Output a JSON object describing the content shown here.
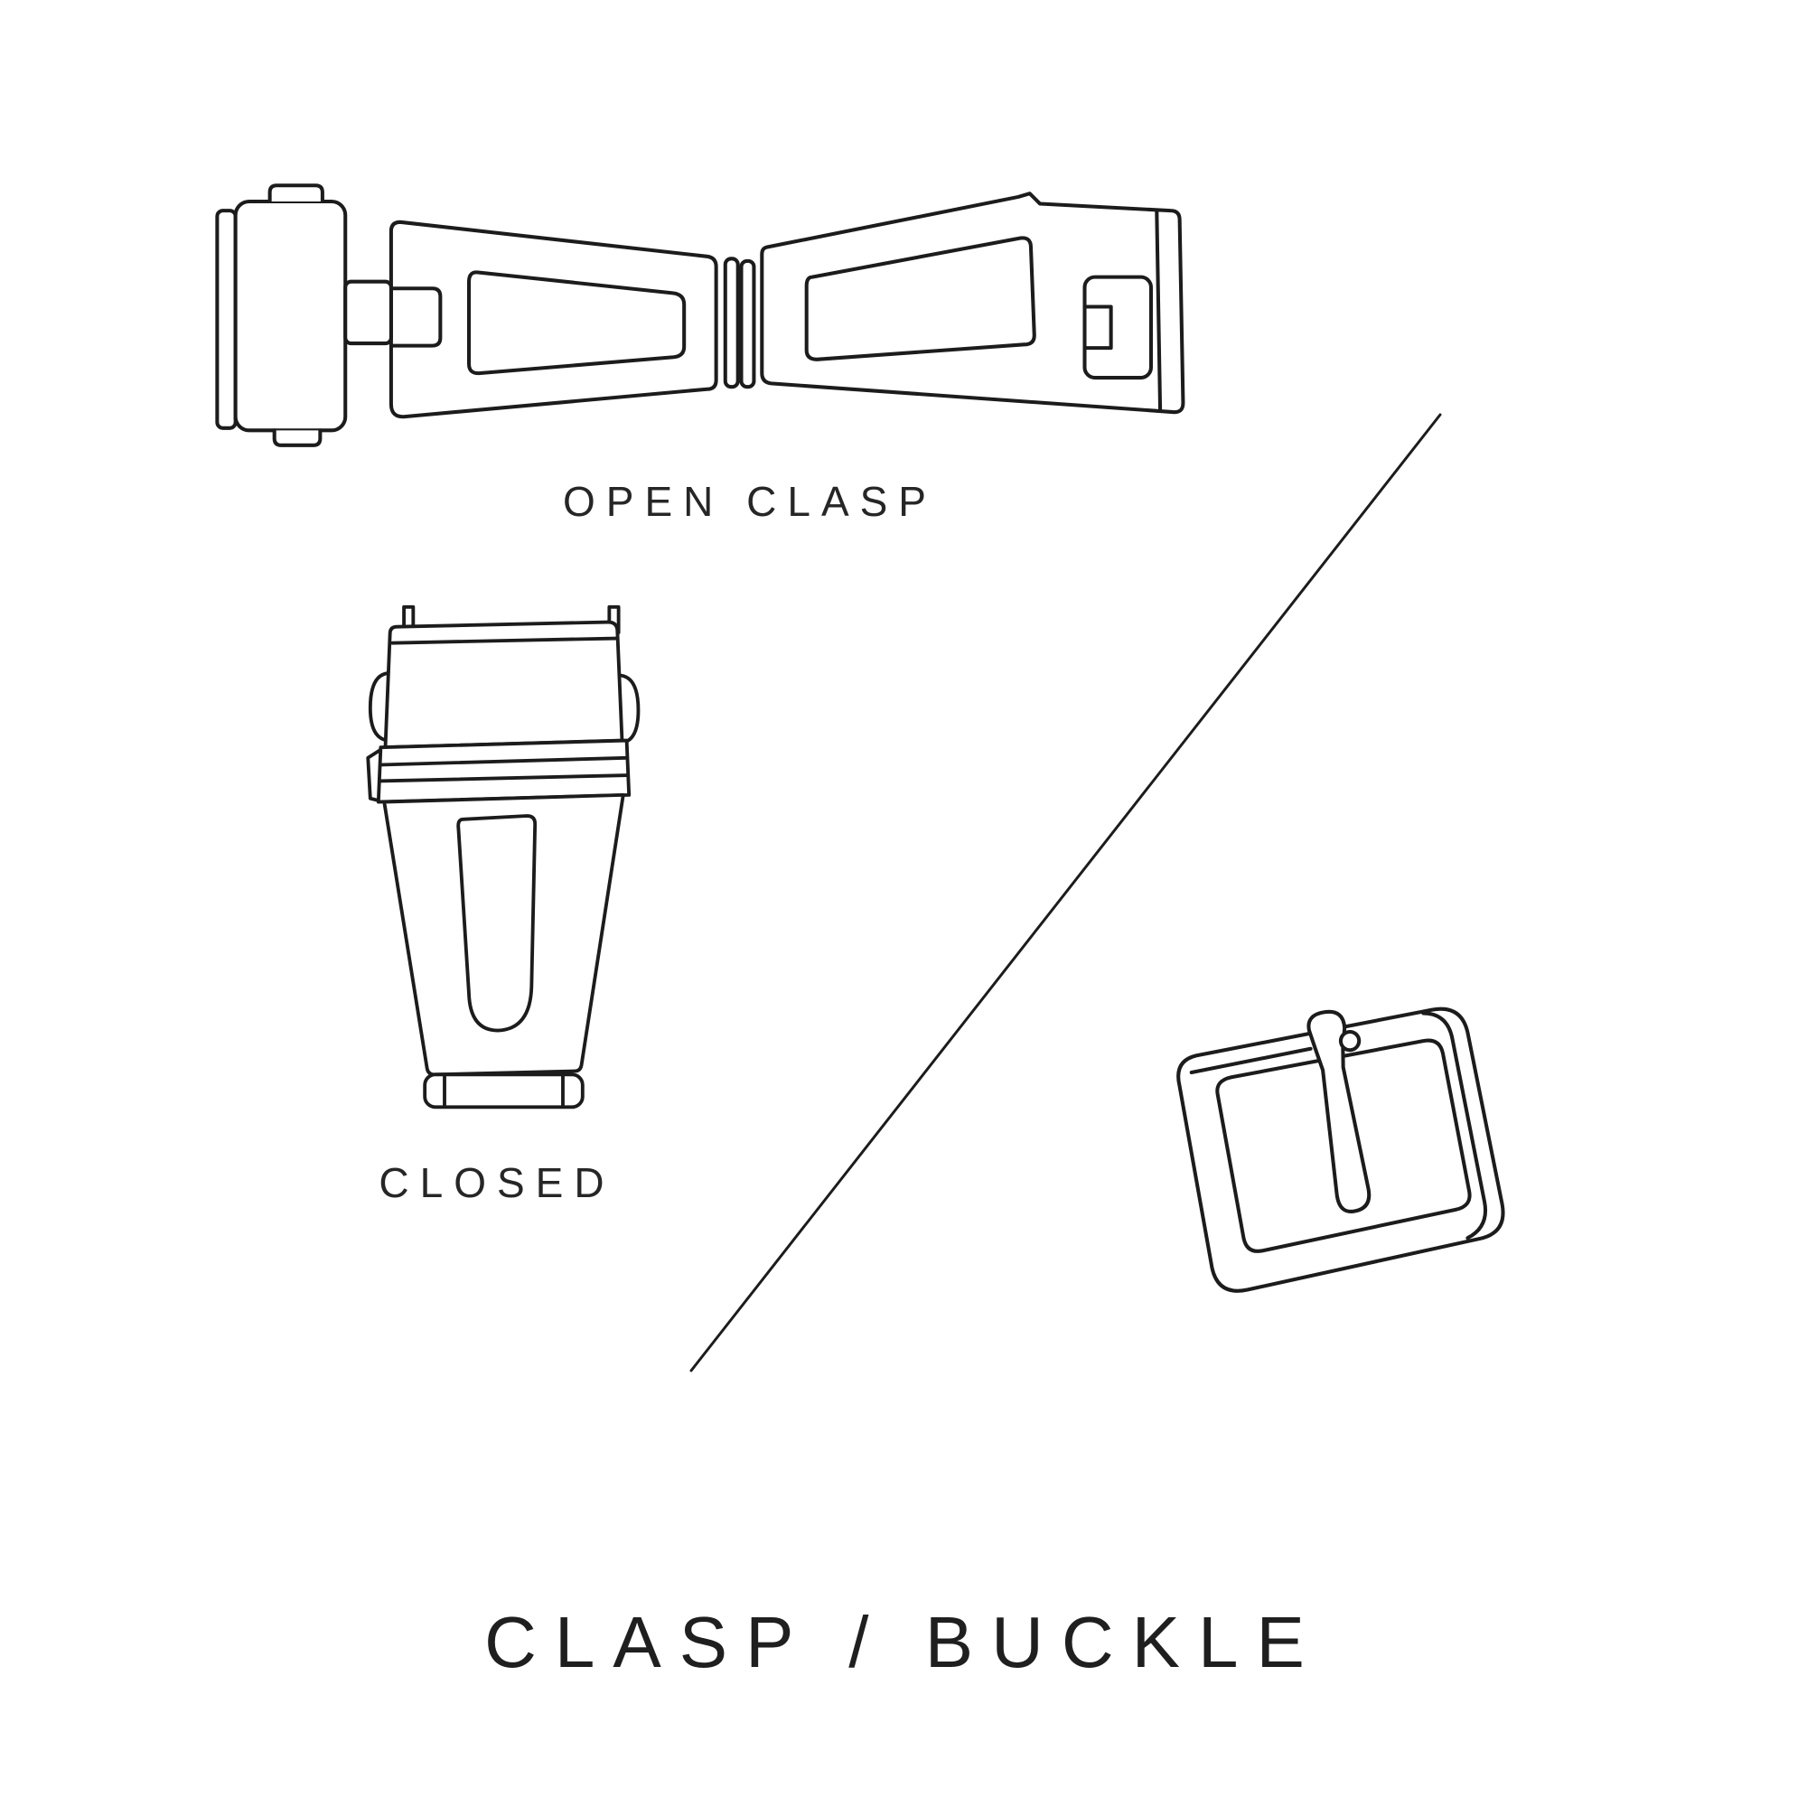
{
  "page": {
    "background": "#ffffff",
    "ink": "#1c1c1c",
    "title": "CLASP / BUCKLE"
  },
  "figures": {
    "open_clasp": {
      "name": "open-clasp",
      "label": "OPEN CLASP"
    },
    "closed_clasp": {
      "name": "closed-clasp",
      "label": "CLOSED"
    },
    "buckle": {
      "name": "tang-buckle"
    }
  }
}
